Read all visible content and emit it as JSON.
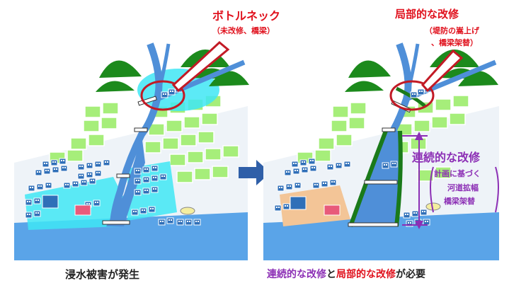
{
  "labels": {
    "bottleneck_title": "ボトルネック",
    "bottleneck_sub": "（未改修、橋梁）",
    "local_title": "局部的な改修",
    "local_sub1": "（堤防の嵩上げ",
    "local_sub2": "、橋梁架替）",
    "continuous_title": "連続的な改修",
    "continuous_sub1": "計画に基づく",
    "continuous_sub2": "河道拡幅",
    "continuous_sub3": "橋梁架替",
    "caption_left": "浸水被害が発生",
    "caption_right_part1": "連続的な改修",
    "caption_right_part2": "と",
    "caption_right_part3": "局部的な改修",
    "caption_right_part4": "が必要"
  },
  "colors": {
    "river": "#4f8fd8",
    "flood": "#3fe6f5",
    "field": "#a6ee7a",
    "building": "#2f6fb8",
    "mountain": "#1c8a1c",
    "accent_red": "#e0111d",
    "accent_purple": "#8c2fb5",
    "levee": "#1a7a1a",
    "arrow": "#2f5fa8",
    "sea": "#5aa4e8",
    "ground": "#e8f0f8"
  }
}
